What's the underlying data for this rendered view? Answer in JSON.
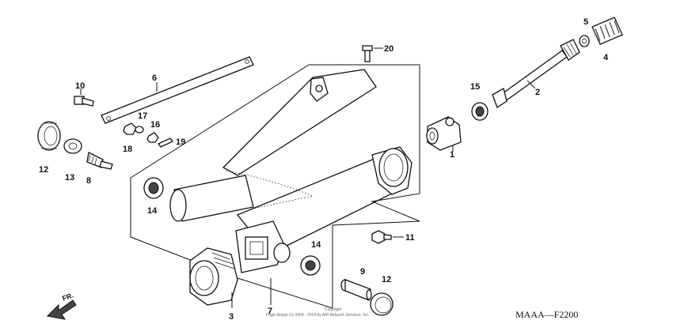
{
  "callouts": [
    "1",
    "2",
    "3",
    "4",
    "5",
    "6",
    "7",
    "8",
    "9",
    "10",
    "11",
    "12",
    "12",
    "13",
    "14",
    "14",
    "15",
    "16",
    "17",
    "18",
    "19",
    "20"
  ],
  "diagram_code": "MAAA—F2200",
  "direction_label": "FR.",
  "copyright_line1": "Copyright",
  "copyright_line2": "Page design (c) 2004 - 2014 by ARI Network Services, Inc."
}
